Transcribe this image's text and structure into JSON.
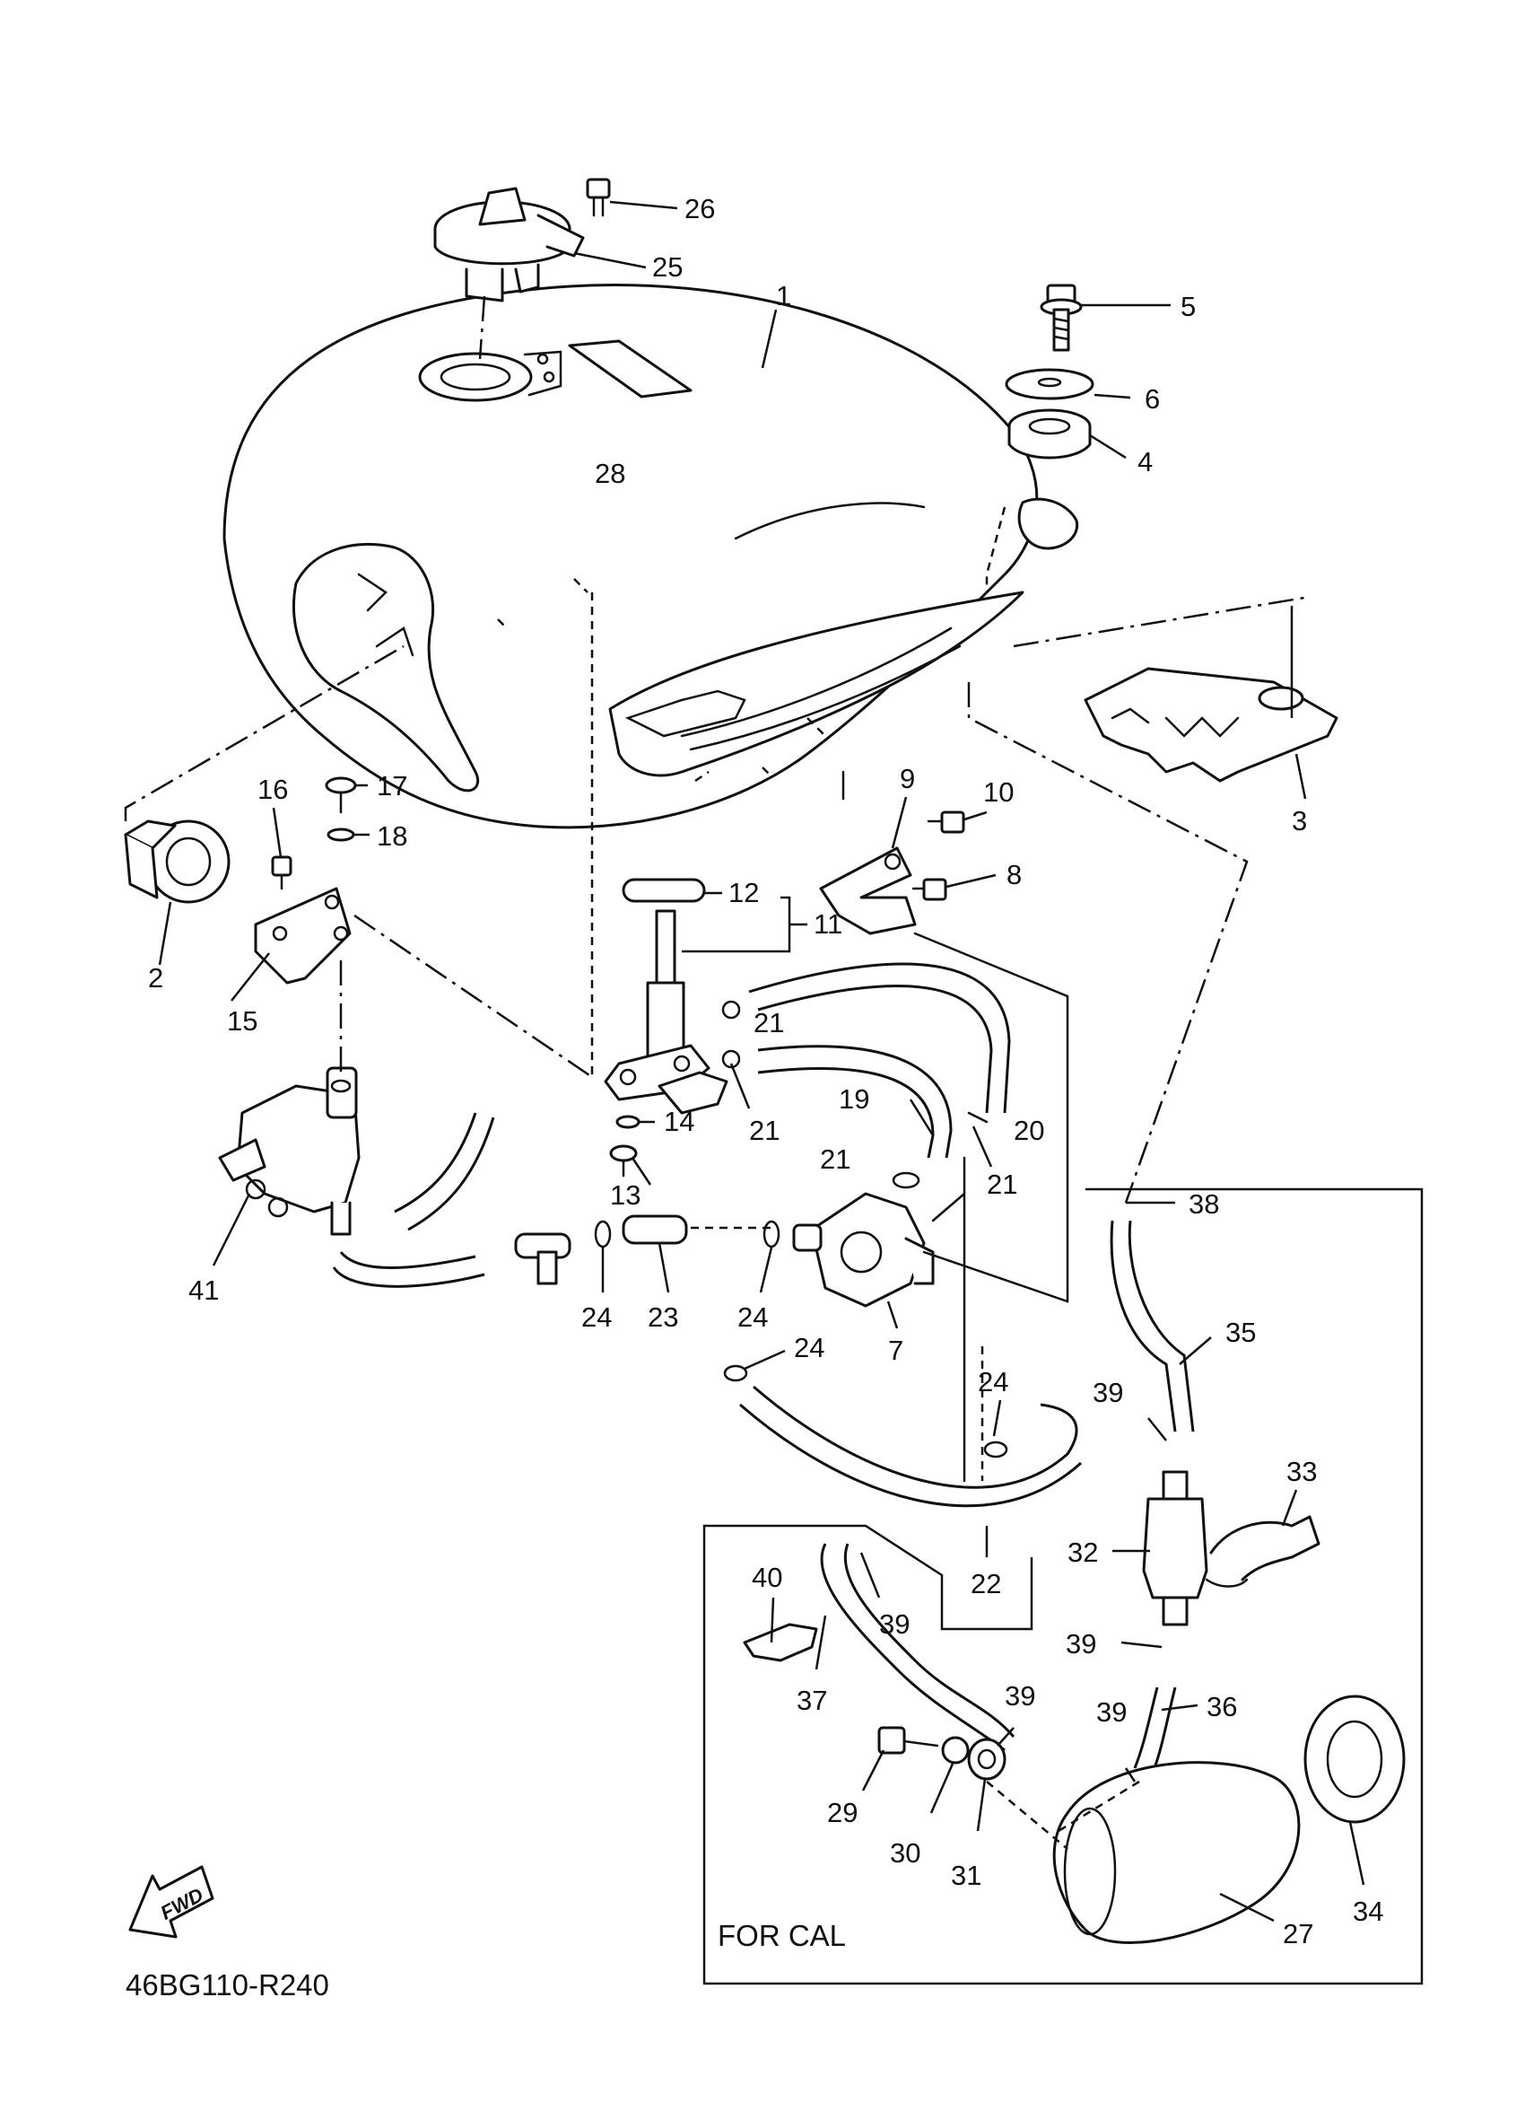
{
  "diagram_code": "46BG110-R240",
  "region_label": "FOR CAL",
  "fwd_label": "FWD",
  "callouts": [
    {
      "id": "c1",
      "text": "1"
    },
    {
      "id": "c2",
      "text": "2"
    },
    {
      "id": "c3",
      "text": "3"
    },
    {
      "id": "c4",
      "text": "4"
    },
    {
      "id": "c5",
      "text": "5"
    },
    {
      "id": "c6",
      "text": "6"
    },
    {
      "id": "c7",
      "text": "7"
    },
    {
      "id": "c8",
      "text": "8"
    },
    {
      "id": "c9",
      "text": "9"
    },
    {
      "id": "c10",
      "text": "10"
    },
    {
      "id": "c11",
      "text": "11"
    },
    {
      "id": "c12",
      "text": "12"
    },
    {
      "id": "c13",
      "text": "13"
    },
    {
      "id": "c14",
      "text": "14"
    },
    {
      "id": "c15",
      "text": "15"
    },
    {
      "id": "c16",
      "text": "16"
    },
    {
      "id": "c17",
      "text": "17"
    },
    {
      "id": "c18",
      "text": "18"
    },
    {
      "id": "c19",
      "text": "19"
    },
    {
      "id": "c20",
      "text": "20"
    },
    {
      "id": "c21a",
      "text": "21"
    },
    {
      "id": "c21b",
      "text": "21"
    },
    {
      "id": "c21c",
      "text": "21"
    },
    {
      "id": "c21d",
      "text": "21"
    },
    {
      "id": "c22",
      "text": "22"
    },
    {
      "id": "c23",
      "text": "23"
    },
    {
      "id": "c24a",
      "text": "24"
    },
    {
      "id": "c24b",
      "text": "24"
    },
    {
      "id": "c24c",
      "text": "24"
    },
    {
      "id": "c24d",
      "text": "24"
    },
    {
      "id": "c25",
      "text": "25"
    },
    {
      "id": "c26",
      "text": "26"
    },
    {
      "id": "c27",
      "text": "27"
    },
    {
      "id": "c28",
      "text": "28"
    },
    {
      "id": "c29",
      "text": "29"
    },
    {
      "id": "c30",
      "text": "30"
    },
    {
      "id": "c31",
      "text": "31"
    },
    {
      "id": "c32",
      "text": "32"
    },
    {
      "id": "c33",
      "text": "33"
    },
    {
      "id": "c34",
      "text": "34"
    },
    {
      "id": "c35",
      "text": "35"
    },
    {
      "id": "c36",
      "text": "36"
    },
    {
      "id": "c37",
      "text": "37"
    },
    {
      "id": "c38",
      "text": "38"
    },
    {
      "id": "c39a",
      "text": "39"
    },
    {
      "id": "c39b",
      "text": "39"
    },
    {
      "id": "c39c",
      "text": "39"
    },
    {
      "id": "c39d",
      "text": "39"
    },
    {
      "id": "c39e",
      "text": "39"
    },
    {
      "id": "c40",
      "text": "40"
    },
    {
      "id": "c41",
      "text": "41"
    }
  ]
}
